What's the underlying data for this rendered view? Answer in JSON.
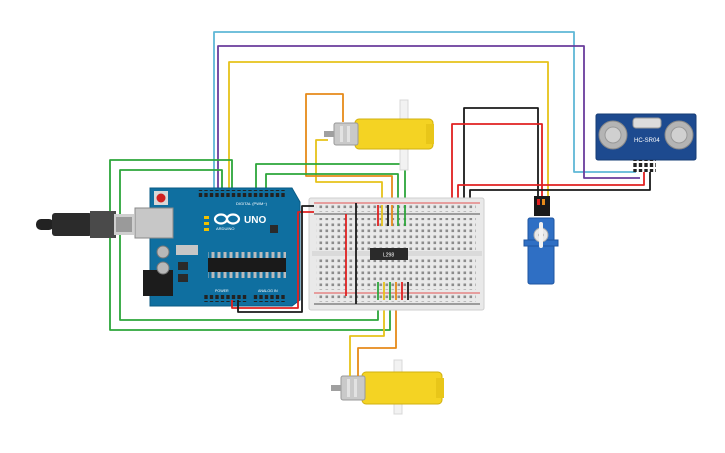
{
  "arduino": {
    "logo_text": "UNO",
    "brand_text": "ARDUINO",
    "digital_label": "DIGITAL (PWM~)",
    "power_label": "POWER",
    "analog_label": "ANALOG IN"
  },
  "breadboard": {
    "ic_label": "L298"
  },
  "sensor": {
    "model_label": "HC-SR04"
  },
  "colors": {
    "board_blue": "#0f6fa0",
    "breadboard": "#e9e9e9",
    "motor_yellow": "#f4d323",
    "sensor_blue": "#1d4a8f",
    "servo_blue": "#2f6fc4",
    "wire_red": "#e02020",
    "wire_black": "#1a1a1a",
    "wire_green": "#2ca63a",
    "wire_yellow": "#e6c21a",
    "wire_orange": "#e68a1a",
    "wire_purple": "#6a3c9c",
    "wire_cyan": "#5fb7d6"
  }
}
